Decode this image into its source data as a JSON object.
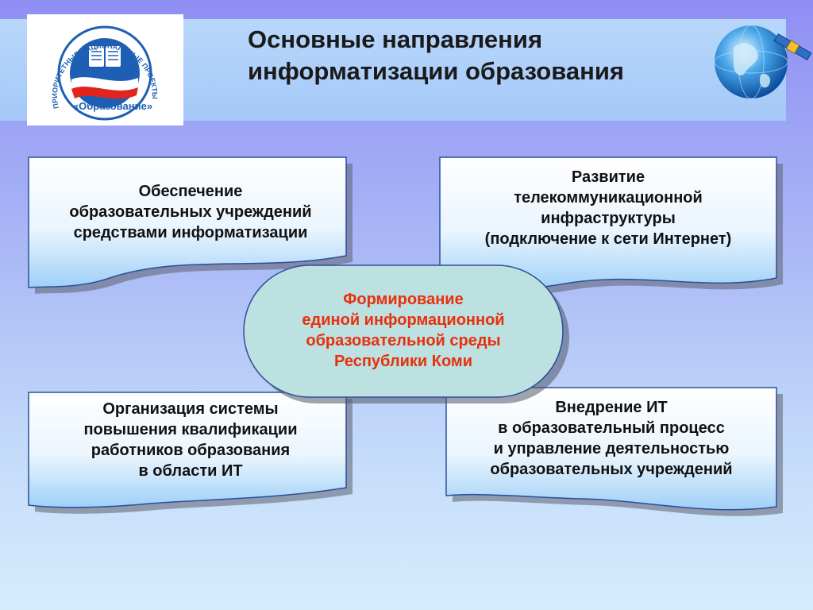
{
  "header": {
    "title_lines": [
      "Основные направления",
      "информатизации образования"
    ]
  },
  "logo": {
    "arc_text": "ПРИОРИТЕТНЫЕ НАЦИОНАЛЬНЫЕ ПРОЕКТЫ",
    "label": "«Образование»"
  },
  "center": {
    "lines": [
      "Формирование",
      "единой информационной",
      "образовательной среды",
      "Республики Коми"
    ]
  },
  "cards": {
    "top_left": [
      "Обеспечение",
      "образовательных учреждений",
      "средствами информатизации"
    ],
    "top_right": [
      "Развитие",
      "телекоммуникационной",
      "инфраструктуры",
      "(подключение к сети Интернет)"
    ],
    "bottom_left": [
      "Организация системы",
      "повышения квалификации",
      "работников образования",
      "в области ИТ"
    ],
    "bottom_right": [
      "Внедрение ИТ",
      "в образовательный процесс",
      "и управление деятельностью",
      "образовательных учреждений"
    ]
  },
  "colors": {
    "center_text": "#e8300c",
    "center_fill": "#bde0e0",
    "card_fill_top": "#ffffff",
    "card_fill_bottom": "#9fd0f8",
    "logo_blue": "#1e5fb4",
    "logo_red": "#e2241b"
  }
}
